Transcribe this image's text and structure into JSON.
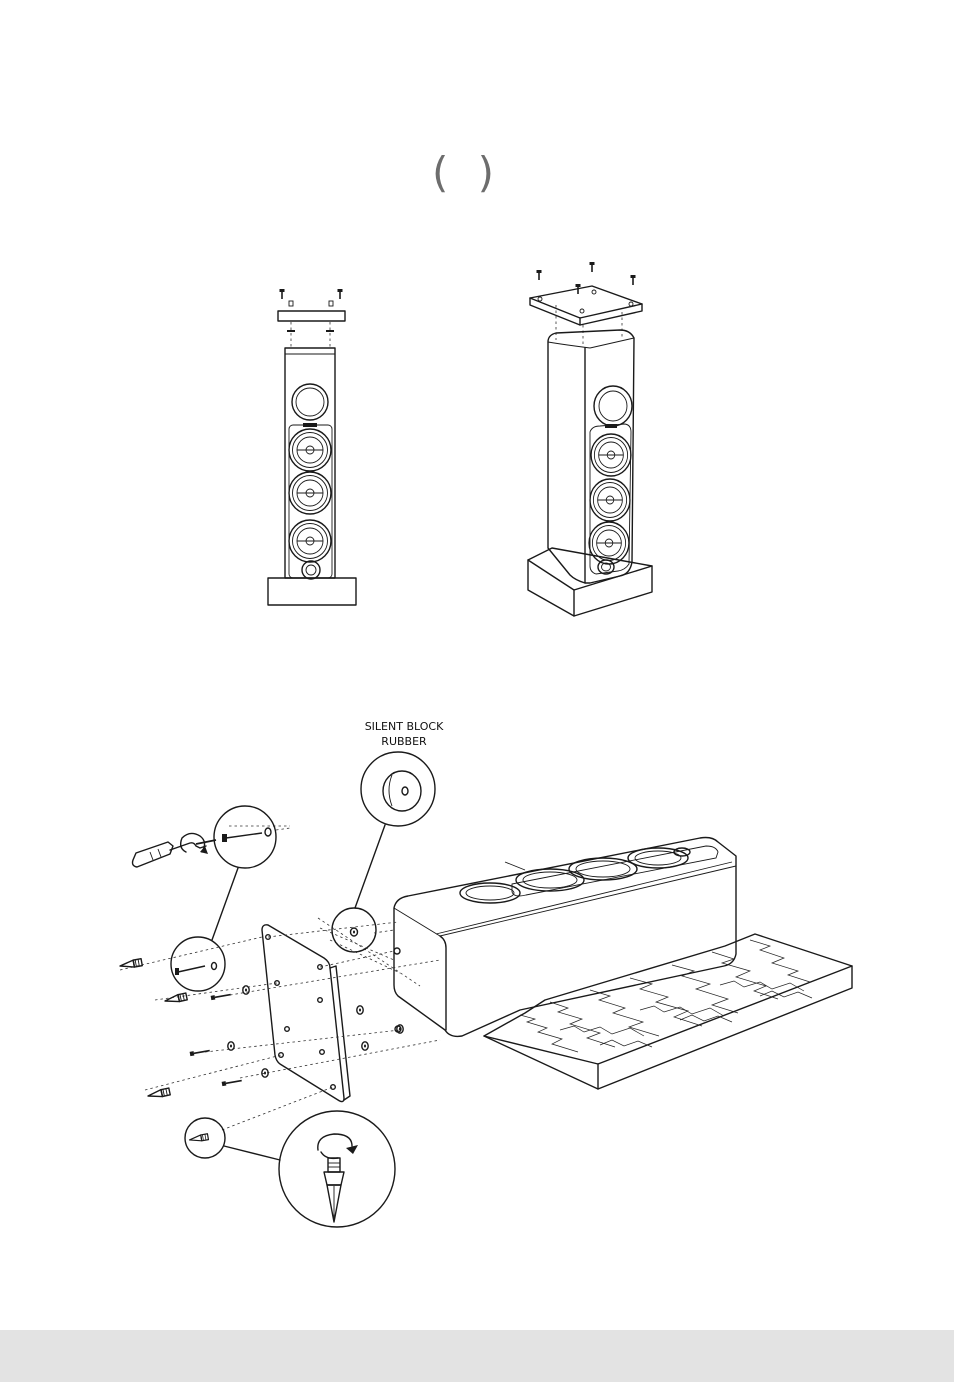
{
  "page": {
    "title_glyph": "( )",
    "callout_label_line1": "SILENT BLOCK",
    "callout_label_line2": "RUBBER"
  },
  "colors": {
    "line": "#1a1a1a",
    "background": "#ffffff",
    "footer": "#e3e3e3",
    "glyph": "#6d6d6d"
  },
  "figures": [
    "front-view-speaker-with-top-plate",
    "isometric-view-speaker-with-top-plate",
    "horizontal-speaker-with-base-plate-and-spikes"
  ]
}
